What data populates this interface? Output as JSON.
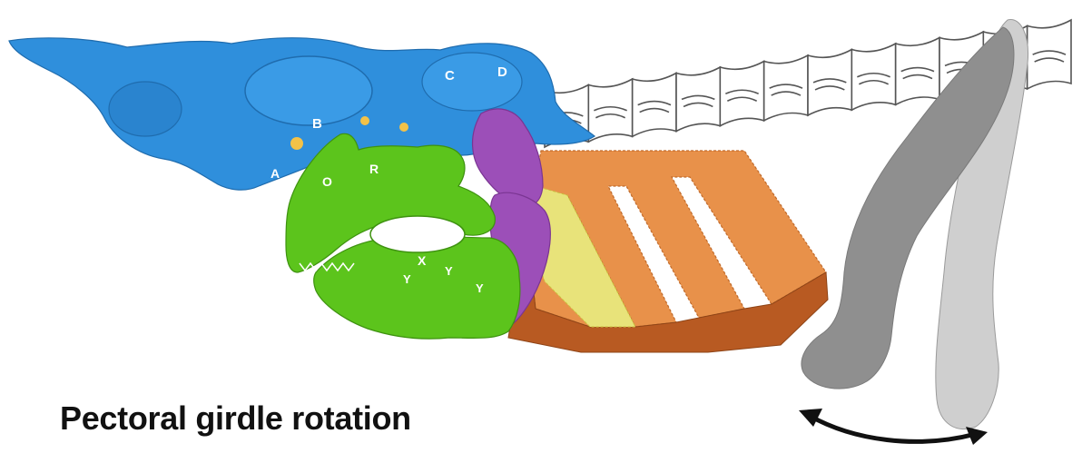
{
  "caption": "Pectoral girdle rotation",
  "labels": {
    "skull_A": "A",
    "skull_B": "B",
    "skull_C": "C",
    "skull_D": "D",
    "jaw_O": "O",
    "jaw_R": "R",
    "jaw_X": "X",
    "jaw_Y1": "Y",
    "jaw_Y2": "Y",
    "jaw_Y3": "Y"
  },
  "colors": {
    "skull": "#2f8fdc",
    "jaw": "#5cc41c",
    "hyoid": "#9c4fb8",
    "arches_light": "#e8e37a",
    "arches_top": "#e8914a",
    "arches_side": "#b85a22",
    "pectoral_girdle": "#8f8f8f",
    "vertebrae_stroke": "#555555",
    "arrow": "#111111"
  },
  "icons": [
    "double-headed-curved-arrow"
  ]
}
